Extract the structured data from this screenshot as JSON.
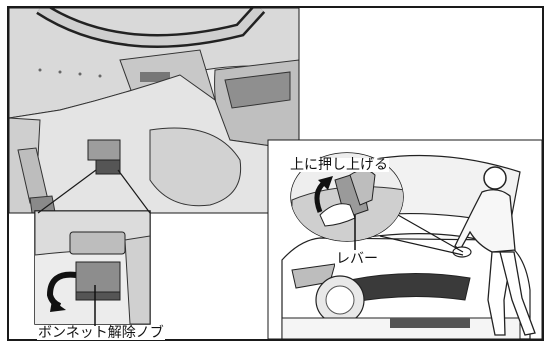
{
  "labels": {
    "push_up": "上に押し上げる",
    "lever": "レバー",
    "hood_release_knob": "ボンネット解除ノブ"
  },
  "colors": {
    "line": "#1a1a1a",
    "panel_fill": "#e6e6e6",
    "panel_dark": "#bdbdbd",
    "shade": "#9a9a9a",
    "background": "#ffffff"
  }
}
